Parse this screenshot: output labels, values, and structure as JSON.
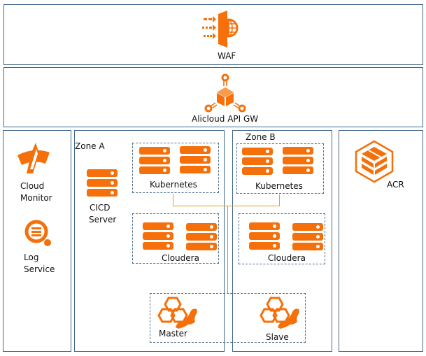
{
  "colors": {
    "accent": "#f5700a",
    "border": "#41698c",
    "connector": "#d9a520"
  },
  "waf": {
    "label": "WAF",
    "icon": "waf-shield-globe-icon"
  },
  "api_gateway": {
    "label": "Alicloud API GW",
    "icon": "api-gateway-cube-icon"
  },
  "ops_panel": {
    "items": [
      {
        "label_line1": "Cloud",
        "label_line2": "Monitor",
        "icon": "cloud-monitor-gauge-icon"
      },
      {
        "label_line1": "Log",
        "label_line2": "Service",
        "icon": "log-service-magnifier-icon"
      }
    ]
  },
  "zone_a": {
    "title": "Zone A",
    "cicd": {
      "label_line1": "CICD",
      "label_line2": "Server",
      "icon": "server-icon"
    },
    "kubernetes": {
      "label": "Kubernetes",
      "icon": "server-icon"
    },
    "cloudera": {
      "label": "Cloudera",
      "icon": "server-icon"
    }
  },
  "zone_b": {
    "title": "Zone B",
    "kubernetes": {
      "label": "Kubernetes",
      "icon": "server-icon"
    },
    "cloudera": {
      "label": "Cloudera",
      "icon": "server-icon"
    }
  },
  "database": {
    "master": {
      "label": "Master",
      "icon": "mariadb-seal-icon"
    },
    "slave": {
      "label": "Slave",
      "icon": "mariadb-seal-icon"
    }
  },
  "acr": {
    "label": "ACR",
    "icon": "container-registry-hex-icon"
  }
}
